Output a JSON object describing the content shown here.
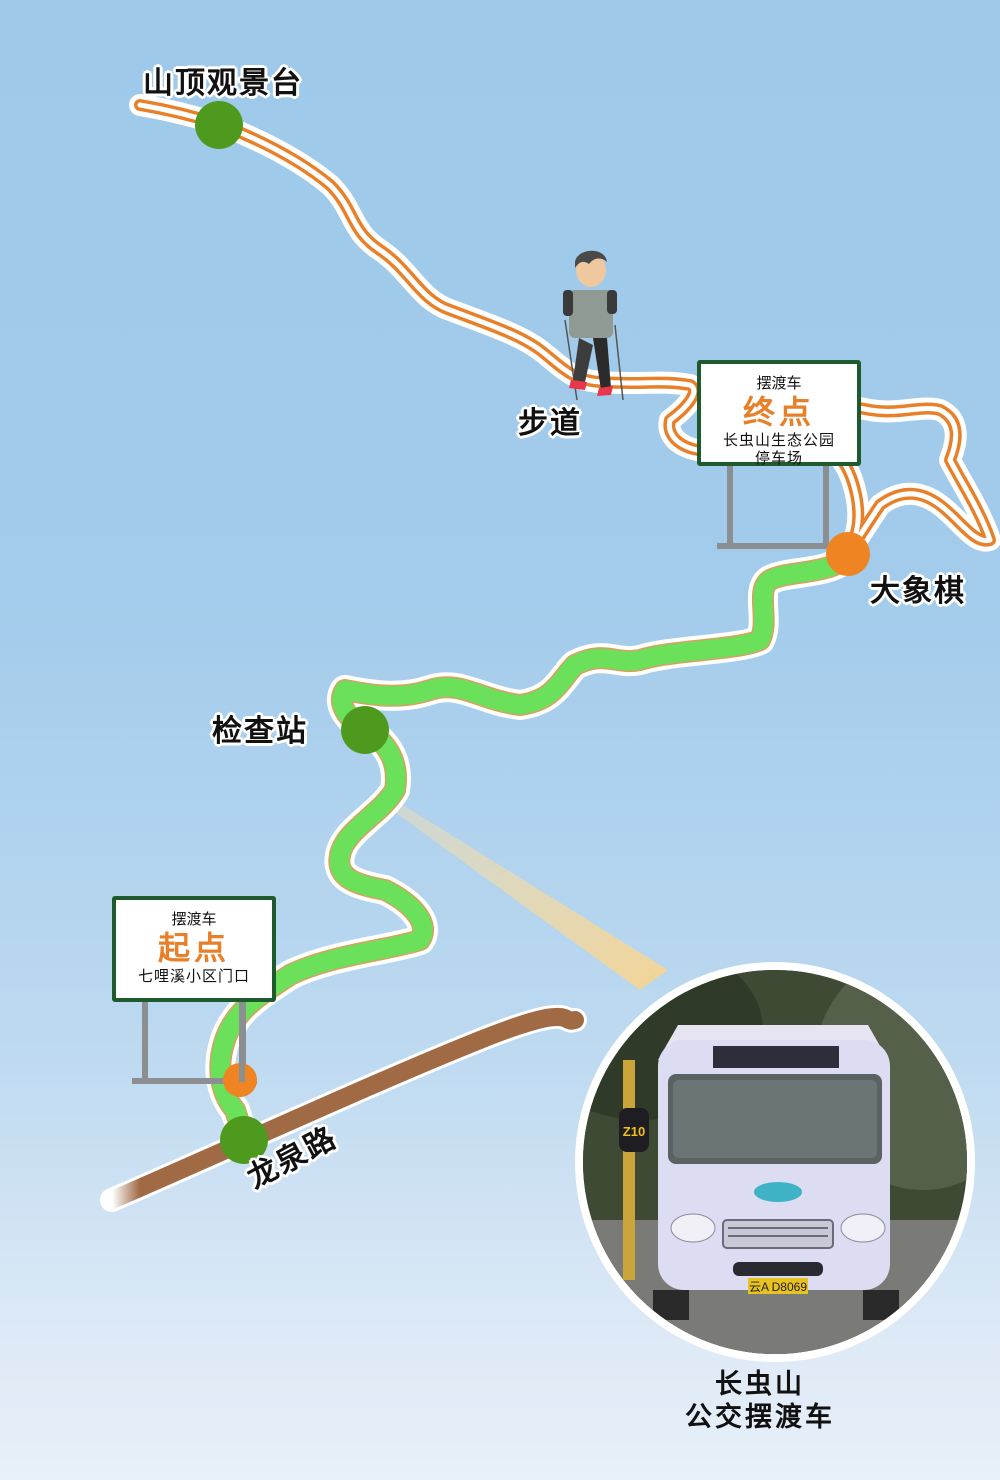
{
  "map": {
    "colors": {
      "background_top": "#9ec9ea",
      "background_bottom": "#e8f0f9",
      "trail_orange": "#e8802a",
      "bus_route_green": "#6be05a",
      "stop_green": "#4e9a1e",
      "stop_orange": "#ee8522",
      "road_brown": "#a06a45",
      "sign_border": "#1f5a2e"
    },
    "labels": {
      "summit": "山顶观景台",
      "trail": "步道",
      "elephant_chess": "大象棋",
      "checkpoint": "检查站",
      "road": "龙泉路"
    },
    "end_sign": {
      "title": "摆渡车",
      "status": "终点",
      "location_line1": "长虫山生态公园",
      "location_line2": "停车场"
    },
    "start_sign": {
      "title": "摆渡车",
      "status": "起点",
      "location": "七哩溪小区门口"
    },
    "photo": {
      "route_number": "Z10",
      "plate": "云A D8069",
      "caption_line1": "长虫山",
      "caption_line2": "公交摆渡车"
    }
  }
}
